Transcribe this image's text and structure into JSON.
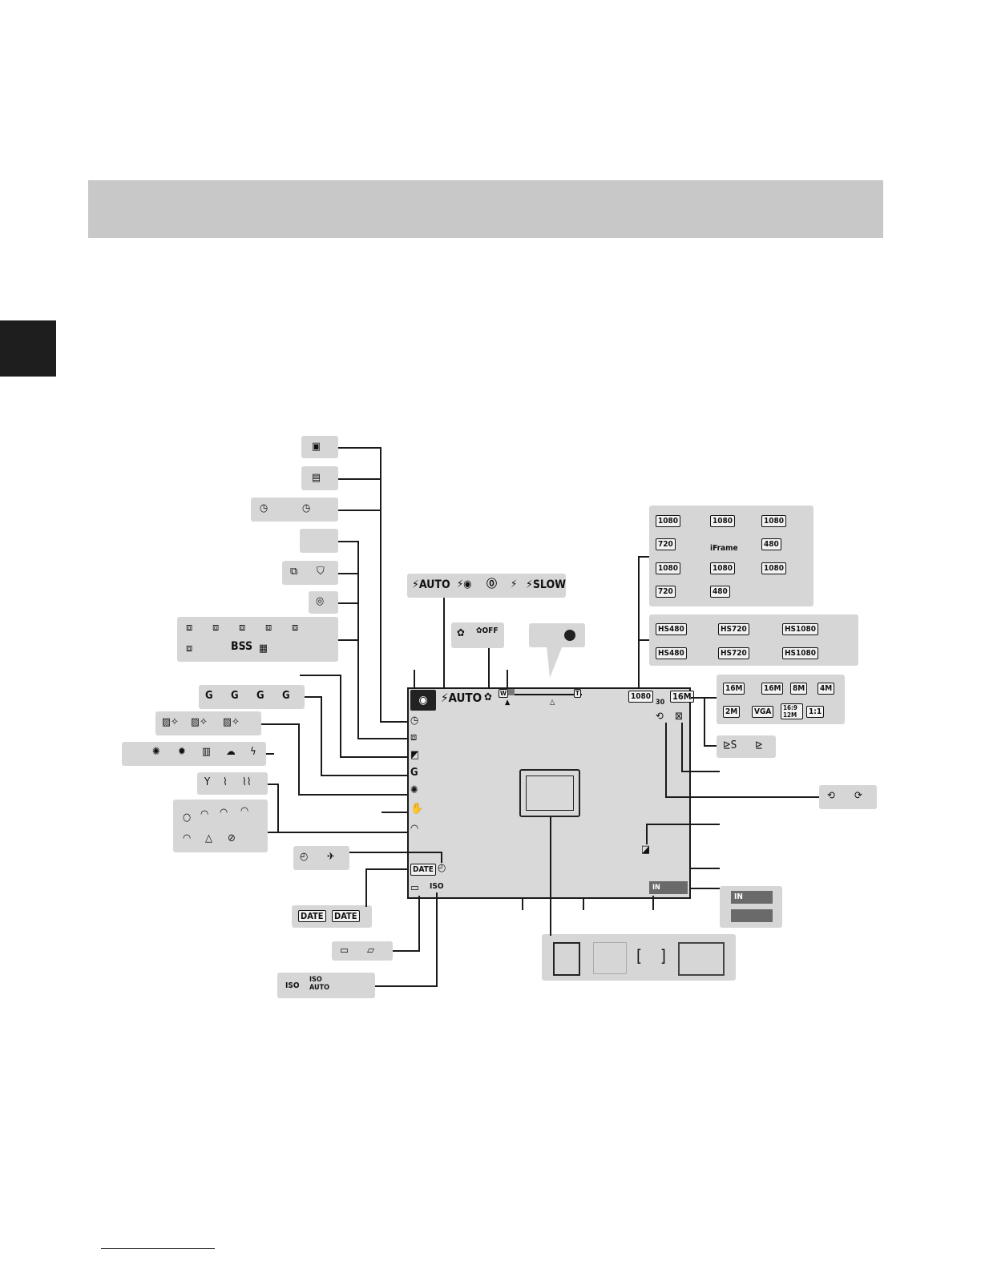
{
  "shooting_screen": {
    "mode_icon": "camera-icon",
    "flash_value": "⚡AUTO",
    "macro_icon": "tulip-icon",
    "zoom_wide": "W",
    "zoom_tele": "T",
    "movie_option": "1080",
    "movie_fps": "30",
    "image_size": "16M",
    "in_label": "IN",
    "date_label": "DATE",
    "iso_label": "ISO"
  },
  "callouts": {
    "flash_modes": [
      "⚡AUTO",
      "⚡◉",
      "⓪",
      "⚡",
      "⚡SLOW"
    ],
    "macro_modes": [
      "✿",
      "✿OFF"
    ],
    "movie_options": [
      "1080",
      "1080",
      "1080",
      "720",
      "iFrame",
      "480",
      "1080",
      "1080",
      "1080",
      "720",
      "480"
    ],
    "hs_movie_options": [
      "HS480",
      "HS720",
      "HS1080",
      "HS480",
      "HS720",
      "HS1080"
    ],
    "image_sizes": [
      "16M",
      "16M",
      "8M",
      "4M",
      "2M",
      "VGA",
      "16:9 12M",
      "1:1"
    ],
    "continuous": [
      "BSS"
    ],
    "date_stamp": [
      "DATE",
      "DATE"
    ],
    "iso": [
      "ISO",
      "ISO AUTO"
    ],
    "memory": [
      "IN"
    ],
    "zoom_labels": [
      "W",
      "T"
    ]
  }
}
